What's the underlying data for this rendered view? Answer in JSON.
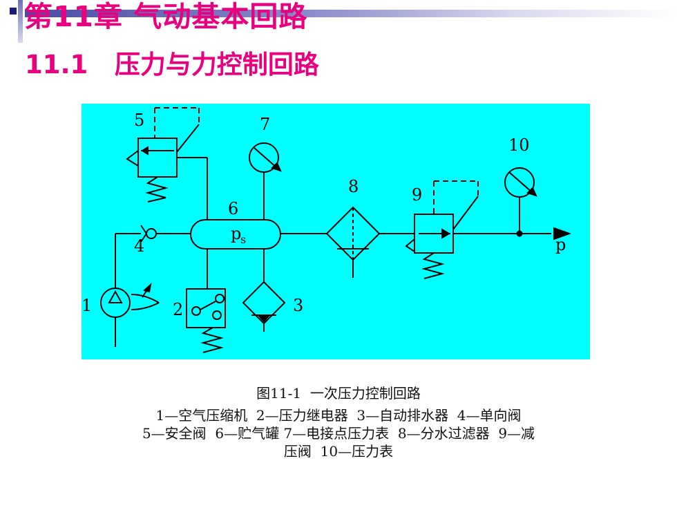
{
  "title": "第11章   气动基本回路",
  "subtitle": "11.1   压力与力控制回路",
  "diagram": {
    "background": "#00ffff",
    "labels": {
      "n1": "1",
      "n2": "2",
      "n3": "3",
      "n4": "4",
      "n5": "5",
      "n6": "6",
      "n7": "7",
      "n8": "8",
      "n9": "9",
      "n10": "10",
      "tank": "p",
      "tank_sub": "s",
      "outlet": "p"
    }
  },
  "caption": {
    "title": "图11-1  一次压力控制回路",
    "line1": "1—空气压缩机  2—压力继电器  3—自动排水器  4—单向阀",
    "line2": "5—安全阀  6—贮气罐 7—电接点压力表  8—分水过滤器  9—减",
    "line3": "压阀  10—压力表"
  }
}
